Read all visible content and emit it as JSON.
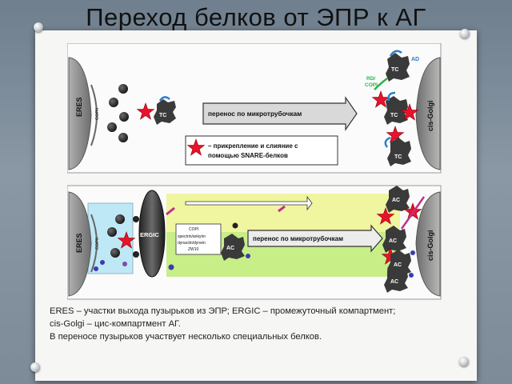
{
  "title": "Переход белков от ЭПР к АГ",
  "colors": {
    "star": "#e8132a",
    "vesicle": "#1e1e1e",
    "tether_blue": "#2f7dc8",
    "tether_green": "#2db34a",
    "tether_magenta": "#c0308a",
    "compartment_gray": "#8e8e8e",
    "ergic_band_yellow": "#f0f5a0",
    "ergic_band_green": "#c8ee88",
    "eres_blue": "#bfe8f6"
  },
  "top_panel": {
    "eres_label": "ERES",
    "copii_label": "COPII",
    "tc_label": "TC",
    "transport_label": "перенос по микротрубочкам",
    "golgi_label": "cis-Golgi",
    "ad_label": "AD",
    "rd_label": "RD/",
    "copi_label": "COPI",
    "tc_golgi_labels": [
      "TC",
      "TC",
      "TC"
    ],
    "legend_line1": "– прикрепление и слияние с",
    "legend_line2": "помощью SNARE-белков"
  },
  "bottom_panel": {
    "eres_label": "ERES",
    "copii_label": "COPII",
    "ergic_label": "ERGIC",
    "copi_box_lines": [
      "COPI",
      "spectrin/ankyrin",
      "dynactin/dynein",
      "ZW10"
    ],
    "ac_label": "AC",
    "transport_label": "перенос по микротрубочкам",
    "golgi_label": "cis-Golgi",
    "ac_golgi_labels": [
      "AC",
      "AC",
      "AC",
      "AC"
    ]
  },
  "caption": {
    "line1": "ERES – участки выхода пузырьков из ЭПР;  ERGIC – промежуточный компартмент;",
    "line2": "cis-Golgi – цис-компартмент АГ.",
    "line3": "В переносе пузырьков участвует несколько специальных белков."
  }
}
